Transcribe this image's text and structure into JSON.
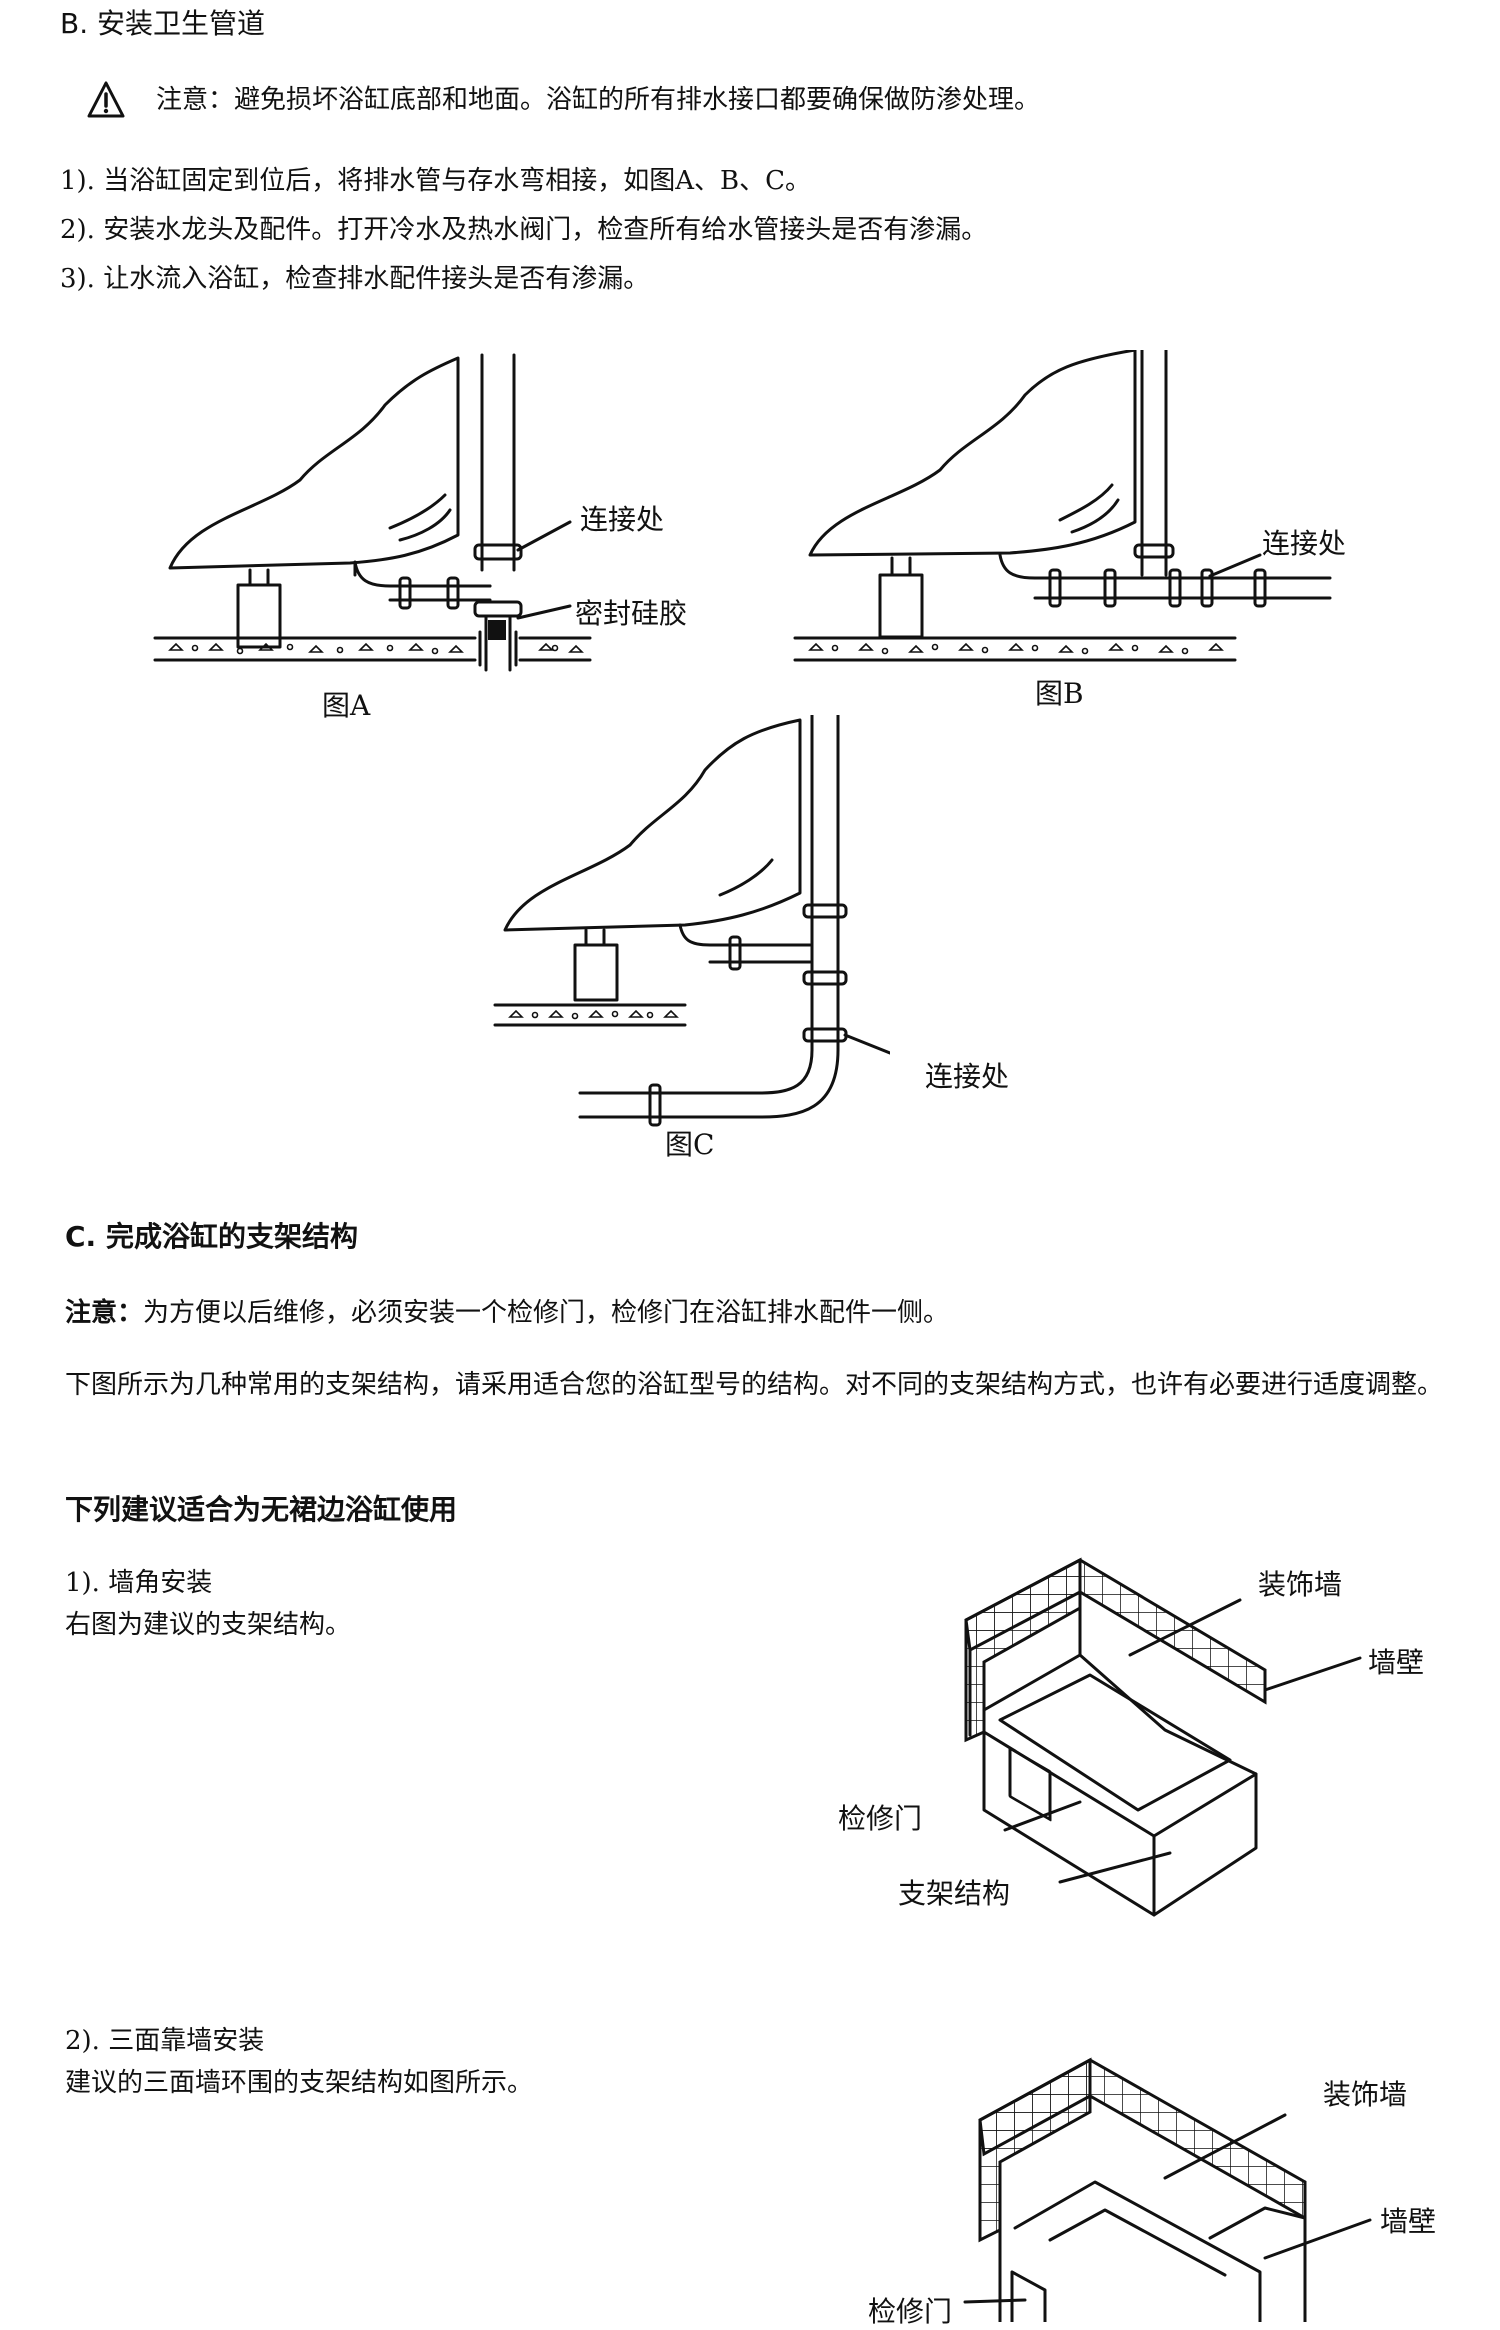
{
  "section_b": {
    "title_letter": "B.",
    "title_text": "安装卫生管道",
    "warning_icon": "warning-triangle-icon",
    "warning": "注意：避免损坏浴缸底部和地面。浴缸的所有排水接口都要确保做防渗处理。",
    "steps": [
      "1). 当浴缸固定到位后，将排水管与存水弯相接，如图A、B、C。",
      "2). 安装水龙头及配件。打开冷水及热水阀门，检查所有给水管接头是否有渗漏。",
      "3). 让水流入浴缸，检查排水配件接头是否有渗漏。"
    ],
    "figures": {
      "a": {
        "caption": "图A",
        "label_joint": "连接处",
        "label_seal": "密封硅胶"
      },
      "b": {
        "caption": "图B",
        "label_joint": "连接处"
      },
      "c": {
        "caption": "图C",
        "label_joint": "连接处"
      }
    }
  },
  "section_c": {
    "title_letter": "C.",
    "title_text": "完成浴缸的支架结构",
    "note_label": "注意：",
    "note_text": "为方便以后维修，必须安装一个检修门，检修门在浴缸排水配件一侧。",
    "description": "下图所示为几种常用的支架结构，请采用适合您的浴缸型号的结构。对不同的支架结构方式，也许有必要进行适度调整。",
    "subheading": "下列建议适合为无裙边浴缸使用",
    "items": [
      {
        "title": "1). 墙角安装",
        "text": "右图为建议的支架结构。",
        "labels": {
          "deco_wall": "装饰墙",
          "wall": "墙壁",
          "access_door": "检修门",
          "support": "支架结构"
        }
      },
      {
        "title": "2). 三面靠墙安装",
        "text": "建议的三面墙环围的支架结构如图所示。",
        "labels": {
          "deco_wall": "装饰墙",
          "wall": "墙壁",
          "access_door": "检修门"
        }
      }
    ]
  }
}
